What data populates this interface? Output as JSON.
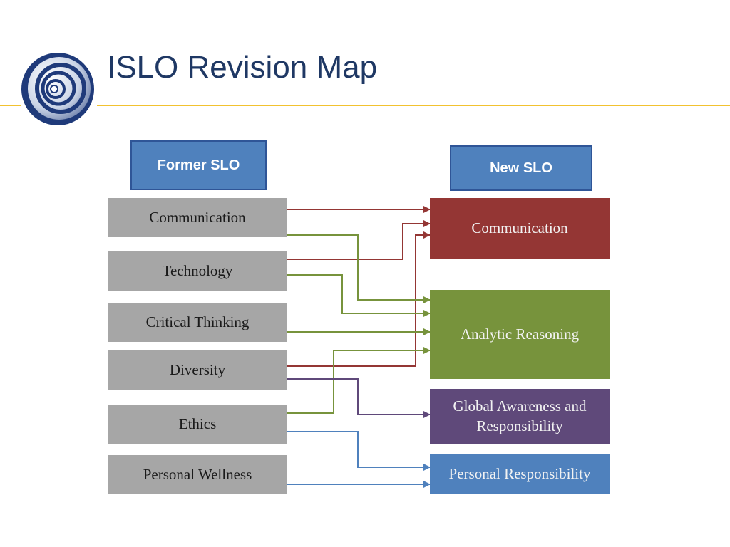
{
  "slide": {
    "title": "ISLO Revision Map"
  },
  "colors": {
    "accent_rule": "#f2c230",
    "title_text": "#1f3864",
    "header_fill": "#4f81bd",
    "old_box_fill": "#a6a6a6",
    "communication": "#943634",
    "analytic_reasoning": "#77933c",
    "global_awareness": "#5f497a",
    "personal_responsibility": "#4f81bd"
  },
  "diagram": {
    "former_header": "Former SLO",
    "new_header": "New SLO",
    "former_slos": [
      "Communication",
      "Technology",
      "Critical Thinking",
      "Diversity",
      "Ethics",
      "Personal Wellness"
    ],
    "new_slos": [
      "Communication",
      "Analytic Reasoning",
      "Global Awareness and Responsibility",
      "Personal Responsibility"
    ],
    "mappings": [
      {
        "from": "Communication",
        "to": "Communication"
      },
      {
        "from": "Communication",
        "to": "Analytic Reasoning"
      },
      {
        "from": "Technology",
        "to": "Communication"
      },
      {
        "from": "Technology",
        "to": "Analytic Reasoning"
      },
      {
        "from": "Critical Thinking",
        "to": "Analytic Reasoning"
      },
      {
        "from": "Diversity",
        "to": "Communication"
      },
      {
        "from": "Diversity",
        "to": "Global Awareness and Responsibility"
      },
      {
        "from": "Ethics",
        "to": "Analytic Reasoning"
      },
      {
        "from": "Ethics",
        "to": "Personal Responsibility"
      },
      {
        "from": "Personal Wellness",
        "to": "Personal Responsibility"
      }
    ]
  }
}
